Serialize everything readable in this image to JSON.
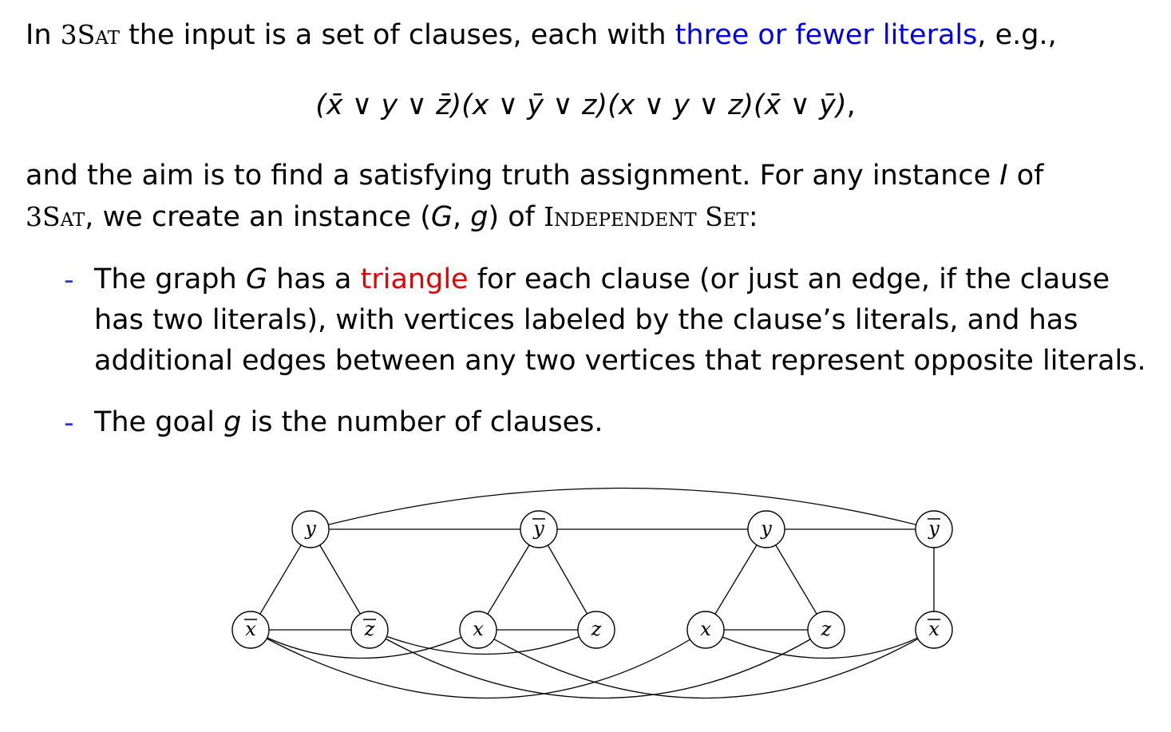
{
  "intro": {
    "p1": "In ",
    "p2": "3Sat",
    "p3": " the input is a set of clauses, each with ",
    "p4": "three or fewer literals",
    "p5": ", e.g.,"
  },
  "formula": {
    "clauses": [
      [
        "x̄",
        "y",
        "z̄"
      ],
      [
        "x",
        "ȳ",
        "z"
      ],
      [
        "x",
        "y",
        "z"
      ],
      [
        "x̄",
        "ȳ"
      ]
    ],
    "or_symbol": "∨",
    "trailing": ","
  },
  "para2": {
    "line1_a": "and the aim is to find a satisfying truth assignment. For any instance ",
    "line1_b": "I",
    "line1_c": " of",
    "line2_a": "3Sat",
    "line2_b": ", we create an instance (",
    "line2_c": "G",
    "line2_d": ", ",
    "line2_e": "g",
    "line2_f": ") of ",
    "line2_g": "Independent Set",
    "line2_h": ":"
  },
  "bullets": {
    "marker": "-",
    "item1_l1_a": "The graph ",
    "item1_l1_b": "G",
    "item1_l1_c": " has a ",
    "item1_l1_d": "triangle",
    "item1_l1_e": " for each clause (or just an edge, if the clause",
    "item1_l2": "has two literals), with vertices labeled by the clause’s literals, and has",
    "item1_l3": "additional edges between any two vertices that represent opposite literals.",
    "item2_a": "The goal ",
    "item2_b": "g",
    "item2_c": " is the number of clauses."
  },
  "graph": {
    "vertices": [
      {
        "id": "c1-top",
        "label": "y",
        "negated": false
      },
      {
        "id": "c1-left",
        "label": "x",
        "negated": true
      },
      {
        "id": "c1-right",
        "label": "z",
        "negated": true
      },
      {
        "id": "c2-top",
        "label": "y",
        "negated": true
      },
      {
        "id": "c2-left",
        "label": "x",
        "negated": false
      },
      {
        "id": "c2-right",
        "label": "z",
        "negated": false
      },
      {
        "id": "c3-top",
        "label": "y",
        "negated": false
      },
      {
        "id": "c3-left",
        "label": "x",
        "negated": false
      },
      {
        "id": "c3-right",
        "label": "z",
        "negated": false
      },
      {
        "id": "c4-top",
        "label": "y",
        "negated": true
      },
      {
        "id": "c4-bottom",
        "label": "x",
        "negated": true
      }
    ],
    "edges": [
      [
        "c1-top",
        "c1-left"
      ],
      [
        "c1-top",
        "c1-right"
      ],
      [
        "c1-left",
        "c1-right"
      ],
      [
        "c2-top",
        "c2-left"
      ],
      [
        "c2-top",
        "c2-right"
      ],
      [
        "c2-left",
        "c2-right"
      ],
      [
        "c3-top",
        "c3-left"
      ],
      [
        "c3-top",
        "c3-right"
      ],
      [
        "c3-left",
        "c3-right"
      ],
      [
        "c4-top",
        "c4-bottom"
      ],
      [
        "c1-top",
        "c2-top"
      ],
      [
        "c2-top",
        "c3-top"
      ],
      [
        "c3-top",
        "c4-top"
      ],
      [
        "c1-top",
        "c4-top"
      ],
      [
        "c1-left",
        "c2-left"
      ],
      [
        "c1-left",
        "c3-left"
      ],
      [
        "c1-right",
        "c2-right"
      ],
      [
        "c1-right",
        "c3-right"
      ],
      [
        "c4-bottom",
        "c2-left"
      ],
      [
        "c4-bottom",
        "c3-left"
      ]
    ]
  }
}
